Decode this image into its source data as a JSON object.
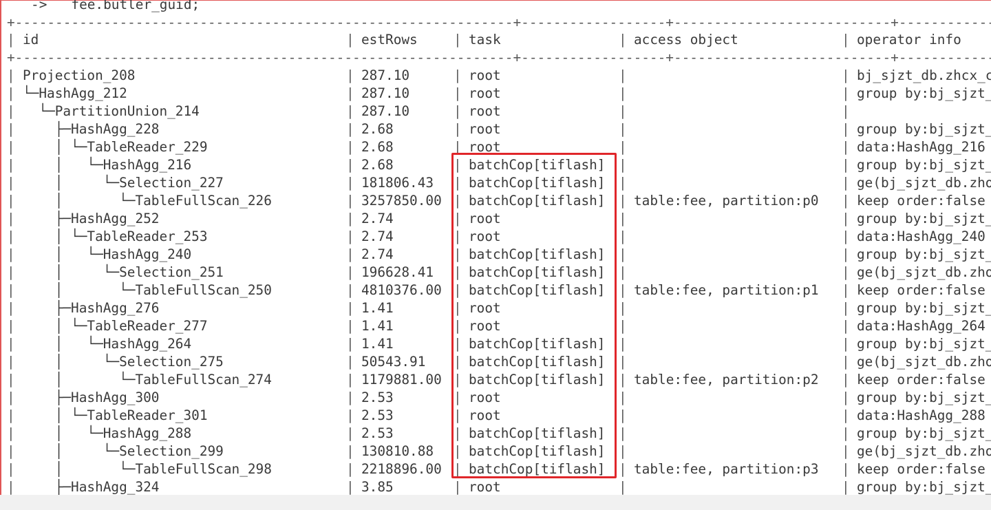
{
  "query_tail": "   ->   fee.butler_guid;",
  "separator": "+--------------------------------------------------------------+------------------+---------------------------+--------------------------------------------------+----------------------------------------",
  "columns": [
    "id",
    "estRows",
    "task",
    "access object",
    "operator info"
  ],
  "rows": [
    {
      "id": "Projection_208",
      "estRows": "287.10",
      "task": "root",
      "access": "",
      "info": "bj_sjzt_db.zhcx_c"
    },
    {
      "id": "└─HashAgg_212",
      "estRows": "287.10",
      "task": "root",
      "access": "",
      "info": "group by:bj_sjzt_"
    },
    {
      "id": "  └─PartitionUnion_214",
      "estRows": "287.10",
      "task": "root",
      "access": "",
      "info": ""
    },
    {
      "id": "    ├─HashAgg_228",
      "estRows": "2.68",
      "task": "root",
      "access": "",
      "info": "group by:bj_sjzt_"
    },
    {
      "id": "    │ └─TableReader_229",
      "estRows": "2.68",
      "task": "root",
      "access": "",
      "info": "data:HashAgg_216"
    },
    {
      "id": "    │   └─HashAgg_216",
      "estRows": "2.68",
      "task": "batchCop[tiflash]",
      "access": "",
      "info": "group by:bj_sjzt_"
    },
    {
      "id": "    │     └─Selection_227",
      "estRows": "181806.43",
      "task": "batchCop[tiflash]",
      "access": "",
      "info": "ge(bj_sjzt_db.zho"
    },
    {
      "id": "    │       └─TableFullScan_226",
      "estRows": "3257850.00",
      "task": "batchCop[tiflash]",
      "access": "table:fee, partition:p0",
      "info": "keep order:false"
    },
    {
      "id": "    ├─HashAgg_252",
      "estRows": "2.74",
      "task": "root",
      "access": "",
      "info": "group by:bj_sjzt_"
    },
    {
      "id": "    │ └─TableReader_253",
      "estRows": "2.74",
      "task": "root",
      "access": "",
      "info": "data:HashAgg_240"
    },
    {
      "id": "    │   └─HashAgg_240",
      "estRows": "2.74",
      "task": "batchCop[tiflash]",
      "access": "",
      "info": "group by:bj_sjzt_"
    },
    {
      "id": "    │     └─Selection_251",
      "estRows": "196628.41",
      "task": "batchCop[tiflash]",
      "access": "",
      "info": "ge(bj_sjzt_db.zho"
    },
    {
      "id": "    │       └─TableFullScan_250",
      "estRows": "4810376.00",
      "task": "batchCop[tiflash]",
      "access": "table:fee, partition:p1",
      "info": "keep order:false"
    },
    {
      "id": "    ├─HashAgg_276",
      "estRows": "1.41",
      "task": "root",
      "access": "",
      "info": "group by:bj_sjzt_"
    },
    {
      "id": "    │ └─TableReader_277",
      "estRows": "1.41",
      "task": "root",
      "access": "",
      "info": "data:HashAgg_264"
    },
    {
      "id": "    │   └─HashAgg_264",
      "estRows": "1.41",
      "task": "batchCop[tiflash]",
      "access": "",
      "info": "group by:bj_sjzt_"
    },
    {
      "id": "    │     └─Selection_275",
      "estRows": "50543.91",
      "task": "batchCop[tiflash]",
      "access": "",
      "info": "ge(bj_sjzt_db.zho"
    },
    {
      "id": "    │       └─TableFullScan_274",
      "estRows": "1179881.00",
      "task": "batchCop[tiflash]",
      "access": "table:fee, partition:p2",
      "info": "keep order:false"
    },
    {
      "id": "    ├─HashAgg_300",
      "estRows": "2.53",
      "task": "root",
      "access": "",
      "info": "group by:bj_sjzt_"
    },
    {
      "id": "    │ └─TableReader_301",
      "estRows": "2.53",
      "task": "root",
      "access": "",
      "info": "data:HashAgg_288"
    },
    {
      "id": "    │   └─HashAgg_288",
      "estRows": "2.53",
      "task": "batchCop[tiflash]",
      "access": "",
      "info": "group by:bj_sjzt_"
    },
    {
      "id": "    │     └─Selection_299",
      "estRows": "130810.88",
      "task": "batchCop[tiflash]",
      "access": "",
      "info": "ge(bj_sjzt_db.zho"
    },
    {
      "id": "    │       └─TableFullScan_298",
      "estRows": "2218896.00",
      "task": "batchCop[tiflash]",
      "access": "table:fee, partition:p3",
      "info": "keep order:false"
    },
    {
      "id": "    ├─HashAgg_324",
      "estRows": "3.85",
      "task": "root",
      "access": "",
      "info": "group by:bj_sjzt_"
    }
  ],
  "colors": {
    "highlight": "#e0262a",
    "window_border": "#e15656",
    "text": "#3a3a3a"
  }
}
